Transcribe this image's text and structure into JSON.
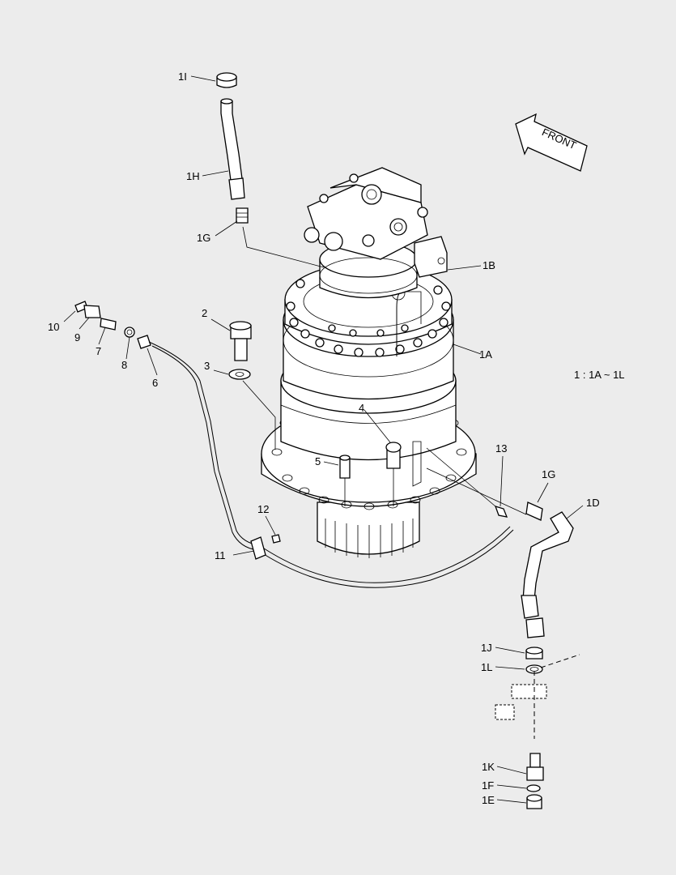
{
  "labels": {
    "l_1I": "1I",
    "l_1H": "1H",
    "l_1G_top": "1G",
    "l_1B": "1B",
    "l_1A": "1A",
    "l_1G_right": "1G",
    "l_1D": "1D",
    "l_1J": "1J",
    "l_1L": "1L",
    "l_1K": "1K",
    "l_1F": "1F",
    "l_1E": "1E",
    "l_2": "2",
    "l_3": "3",
    "l_4": "4",
    "l_5": "5",
    "l_6": "6",
    "l_7": "7",
    "l_8": "8",
    "l_9": "9",
    "l_10": "10",
    "l_11": "11",
    "l_12": "12",
    "l_13": "13"
  },
  "range_note": "1 : 1A ~ 1L",
  "front_arrow": "FRONT",
  "colors": {
    "background": "#ececec",
    "line": "#000000",
    "fill": "#ffffff"
  }
}
